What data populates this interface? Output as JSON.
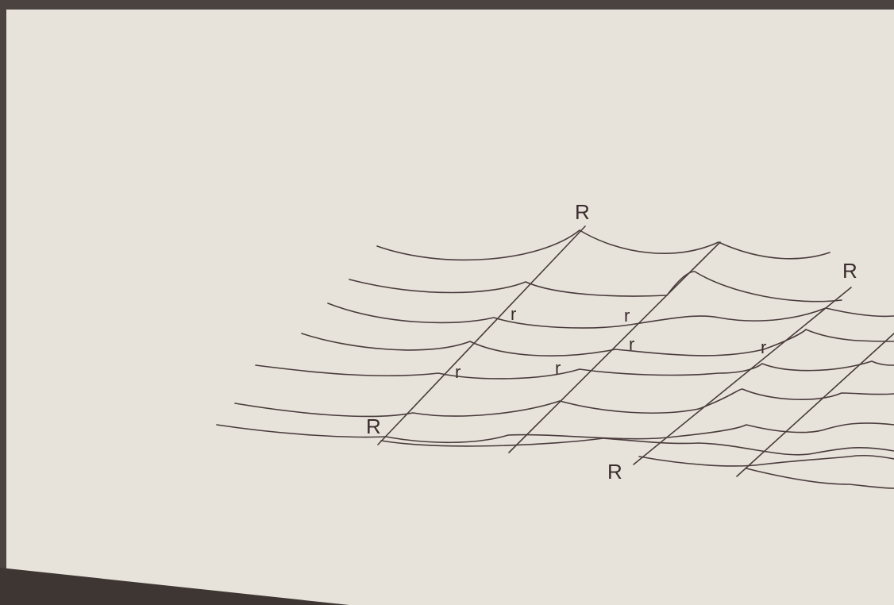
{
  "labels": {
    "big": [
      "R",
      "R",
      "R",
      "R"
    ],
    "small": [
      "r",
      "r",
      "r",
      "r",
      "r",
      "r"
    ]
  },
  "colors": {
    "paper": "#e7e3da",
    "ink": "#3a2b2c",
    "border": "#4a4340"
  }
}
